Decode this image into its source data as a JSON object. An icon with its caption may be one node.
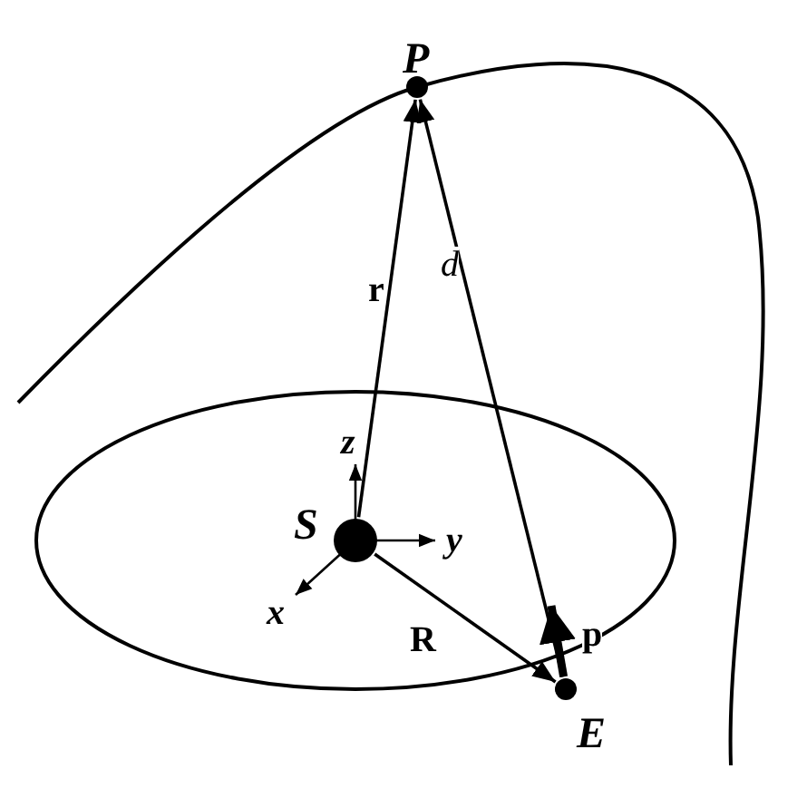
{
  "diagram": {
    "nodes": [
      {
        "text": [
          "P"
        ]
      },
      {
        "text": [
          "S"
        ]
      },
      {
        "text": [
          "E"
        ]
      }
    ],
    "edges": [
      {
        "from": 1,
        "to": 0,
        "arrow": "to",
        "label": "r"
      },
      {
        "from": 2,
        "to": 0,
        "arrow": "to",
        "label": "d"
      },
      {
        "from": 1,
        "to": 2,
        "arrow": "to",
        "label": "R"
      },
      {
        "from": 2,
        "to": null,
        "arrow": "to",
        "label": "p",
        "style": "thick"
      }
    ],
    "labels": [
      "z",
      "y",
      "x"
    ]
  }
}
